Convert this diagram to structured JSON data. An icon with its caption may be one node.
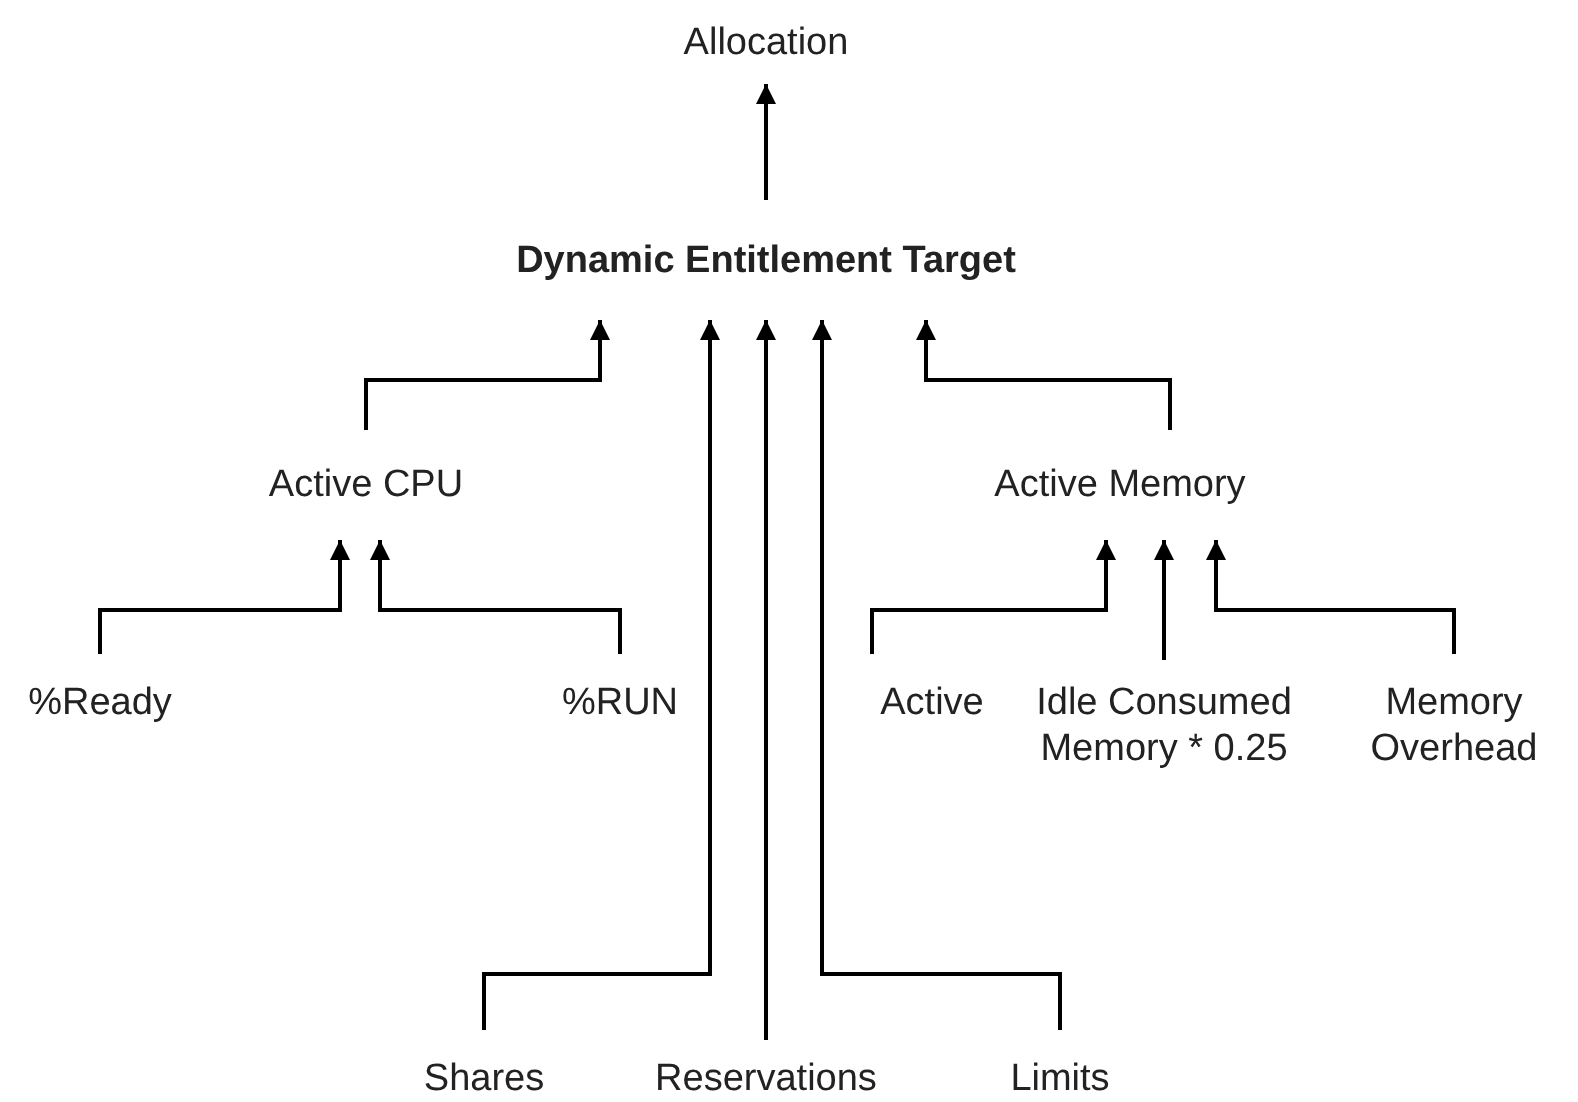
{
  "diagram": {
    "nodes": [
      {
        "text": [
          "Allocation"
        ]
      },
      {
        "text": [
          "Dynamic Entitlement Target"
        ]
      },
      {
        "text": [
          "Active CPU"
        ]
      },
      {
        "text": [
          "Active Memory"
        ]
      },
      {
        "text": [
          "%Ready"
        ]
      },
      {
        "text": [
          "%RUN"
        ]
      },
      {
        "text": [
          "Active"
        ]
      },
      {
        "text": [
          "Idle Consumed Memory * 0.25"
        ]
      },
      {
        "text": [
          "Memory Overhead"
        ]
      },
      {
        "text": [
          "Shares"
        ]
      },
      {
        "text": [
          "Reservations"
        ]
      },
      {
        "text": [
          "Limits"
        ]
      }
    ],
    "edges": [
      {
        "from": 1,
        "to": 0,
        "arrow": "to"
      },
      {
        "from": 2,
        "to": 1,
        "arrow": "to"
      },
      {
        "from": 3,
        "to": 1,
        "arrow": "to"
      },
      {
        "from": 9,
        "to": 1,
        "arrow": "to"
      },
      {
        "from": 10,
        "to": 1,
        "arrow": "to"
      },
      {
        "from": 11,
        "to": 1,
        "arrow": "to"
      },
      {
        "from": 4,
        "to": 2,
        "arrow": "to"
      },
      {
        "from": 5,
        "to": 2,
        "arrow": "to"
      },
      {
        "from": 6,
        "to": 3,
        "arrow": "to"
      },
      {
        "from": 7,
        "to": 3,
        "arrow": "to"
      },
      {
        "from": 8,
        "to": 3,
        "arrow": "to"
      }
    ]
  }
}
